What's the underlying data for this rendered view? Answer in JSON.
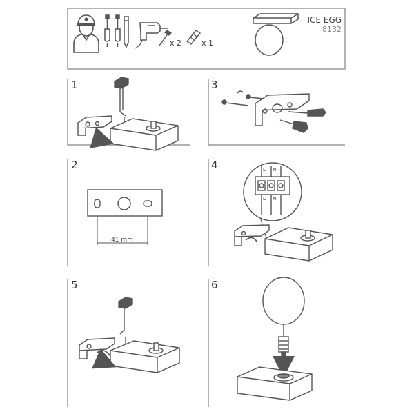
{
  "header": {
    "product_name": "ICE EGG",
    "product_code": "8132",
    "tools": {
      "screws_qty": "x 2",
      "plug_qty": "x 1"
    }
  },
  "steps": [
    {
      "number": "1"
    },
    {
      "number": "2",
      "dimension": "41 mm"
    },
    {
      "number": "3"
    },
    {
      "number": "4",
      "terminal_labels": [
        "L",
        "N",
        "L",
        "N"
      ]
    },
    {
      "number": "5"
    },
    {
      "number": "6"
    }
  ],
  "colors": {
    "stroke": "#555555",
    "frame": "#9a9a9a",
    "arrow": "#444444"
  }
}
